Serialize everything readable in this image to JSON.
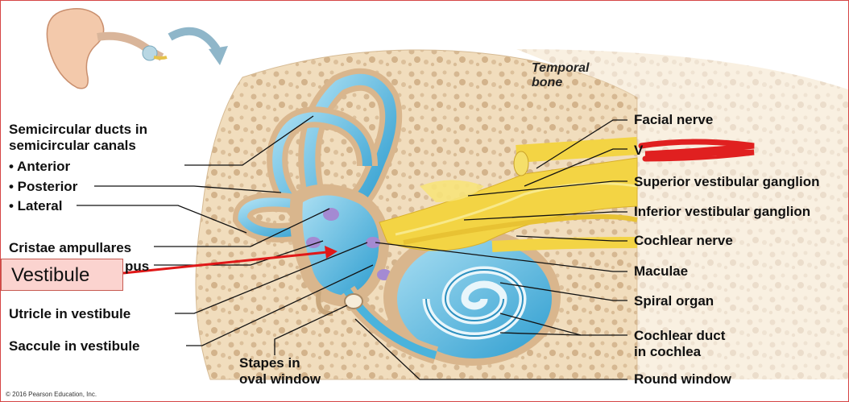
{
  "labels": {
    "temporal_bone": "Temporal\nbone",
    "semicircular_title": "Semicircular ducts in\nsemicircular canals",
    "anterior": "• Anterior",
    "posterior": "• Posterior",
    "lateral": "• Lateral",
    "cristae": "Cristae ampullares",
    "cristae_hidden_suffix": "pus",
    "vestibule_box": "Vestibule",
    "utricle": "Utricle in vestibule",
    "saccule": "Saccule in vestibule",
    "stapes": "Stapes in\noval window",
    "facial_nerve": "Facial nerve",
    "redacted": "V",
    "superior_ganglion": "Superior vestibular ganglion",
    "inferior_ganglion": "Inferior vestibular ganglion",
    "cochlear_nerve": "Cochlear nerve",
    "maculae": "Maculae",
    "spiral_organ": "Spiral organ",
    "cochlear_duct": "Cochlear duct\nin cochlea",
    "round_window": "Round window",
    "copyright": "© 2016 Pearson Education, Inc."
  },
  "colors": {
    "bone": "#ecd6b4",
    "membranous": "#4ab3dc",
    "nerve": "#f3d444",
    "redaction": "#e02020",
    "arrow": "#e01818"
  }
}
